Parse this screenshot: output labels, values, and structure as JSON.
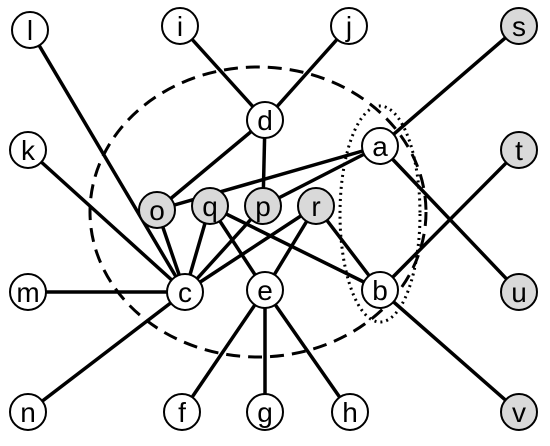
{
  "nodes": {
    "i": {
      "label": "i",
      "fill": "#ffffff"
    },
    "j": {
      "label": "j",
      "fill": "#ffffff"
    },
    "l": {
      "label": "l",
      "fill": "#ffffff"
    },
    "s": {
      "label": "s",
      "fill": "#d9d9d9"
    },
    "d": {
      "label": "d",
      "fill": "#ffffff"
    },
    "a": {
      "label": "a",
      "fill": "#ffffff"
    },
    "k": {
      "label": "k",
      "fill": "#ffffff"
    },
    "t": {
      "label": "t",
      "fill": "#d9d9d9"
    },
    "o": {
      "label": "o",
      "fill": "#d9d9d9"
    },
    "q": {
      "label": "q",
      "fill": "#d9d9d9"
    },
    "p": {
      "label": "p",
      "fill": "#d9d9d9"
    },
    "r": {
      "label": "r",
      "fill": "#d9d9d9"
    },
    "m": {
      "label": "m",
      "fill": "#ffffff"
    },
    "c": {
      "label": "c",
      "fill": "#ffffff"
    },
    "e": {
      "label": "e",
      "fill": "#ffffff"
    },
    "b": {
      "label": "b",
      "fill": "#ffffff"
    },
    "u": {
      "label": "u",
      "fill": "#d9d9d9"
    },
    "n": {
      "label": "n",
      "fill": "#ffffff"
    },
    "f": {
      "label": "f",
      "fill": "#ffffff"
    },
    "g": {
      "label": "g",
      "fill": "#ffffff"
    },
    "h": {
      "label": "h",
      "fill": "#ffffff"
    },
    "v": {
      "label": "v",
      "fill": "#d9d9d9"
    }
  },
  "edges": [
    [
      "i",
      "d"
    ],
    [
      "j",
      "d"
    ],
    [
      "d",
      "o"
    ],
    [
      "d",
      "p"
    ],
    [
      "o",
      "a"
    ],
    [
      "p",
      "a"
    ],
    [
      "l",
      "c"
    ],
    [
      "k",
      "c"
    ],
    [
      "m",
      "c"
    ],
    [
      "n",
      "c"
    ],
    [
      "o",
      "c"
    ],
    [
      "q",
      "c"
    ],
    [
      "p",
      "c"
    ],
    [
      "r",
      "c"
    ],
    [
      "q",
      "b"
    ],
    [
      "r",
      "b"
    ],
    [
      "q",
      "e"
    ],
    [
      "r",
      "e"
    ],
    [
      "e",
      "f"
    ],
    [
      "e",
      "g"
    ],
    [
      "e",
      "h"
    ],
    [
      "a",
      "s"
    ],
    [
      "a",
      "u"
    ],
    [
      "b",
      "t"
    ],
    [
      "b",
      "v"
    ]
  ],
  "colors": {
    "stroke": "#000000",
    "white_node": "#ffffff",
    "gray_node": "#d9d9d9"
  }
}
